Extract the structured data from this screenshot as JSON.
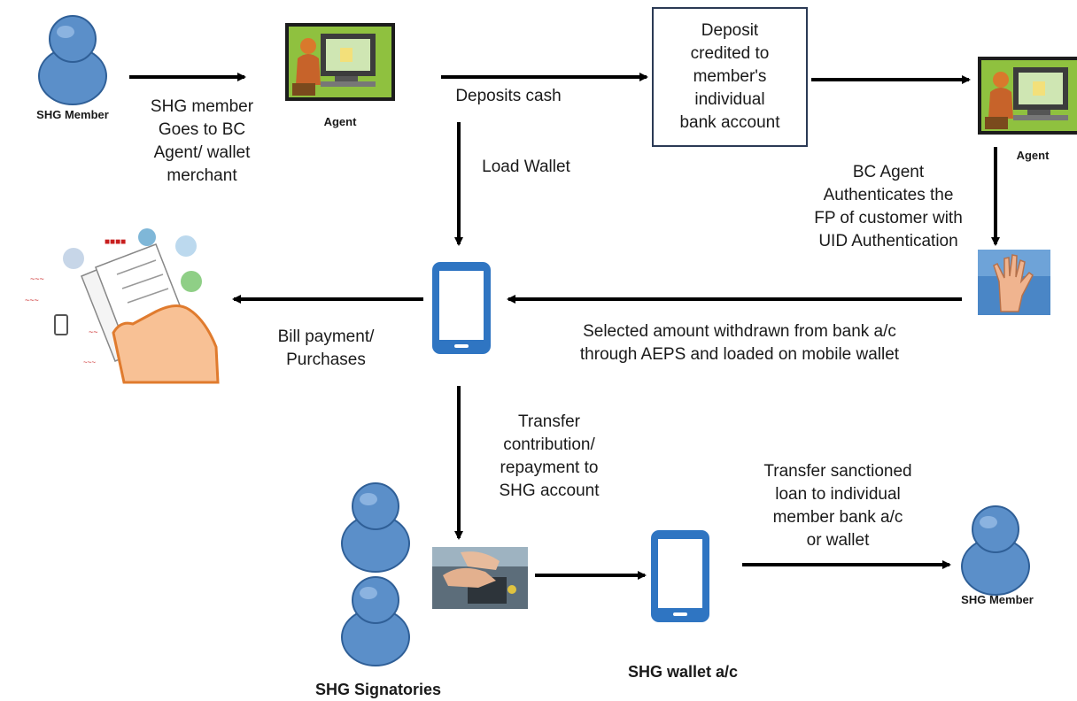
{
  "nodes": {
    "shg_member_left": "SHG Member",
    "agent_top": "Agent",
    "deposit_box": "Deposit\ncredited to\nmember's\nindividual\nbank account",
    "agent_right": "Agent",
    "shg_signatories": "SHG Signatories",
    "shg_wallet": "SHG wallet a/c",
    "shg_member_bottom": "SHG Member"
  },
  "edges": {
    "goes_to_agent": "SHG member\nGoes to BC\nAgent/ wallet\nmerchant",
    "deposits_cash": "Deposits cash",
    "load_wallet": "Load Wallet",
    "bc_auth": "BC Agent\nAuthenticates the\nFP of customer with\nUID Authentication",
    "withdrawn": "Selected amount withdrawn from bank a/c\nthrough AEPS and loaded on mobile wallet",
    "bill_payment": "Bill payment/\nPurchases",
    "transfer_contribution": "Transfer\ncontribution/\nrepayment to\nSHG account",
    "transfer_loan": "Transfer sanctioned\nloan to individual\nmember bank a/c\nor wallet"
  },
  "colors": {
    "person": "#5b8fc9",
    "person_stroke": "#2f5f97",
    "phone": "#2f75c2",
    "arrow": "#000000",
    "box_border": "#2b3a55"
  },
  "icons": [
    "person-icon",
    "agent-computer-icon",
    "mobile-phone-icon",
    "fingerprint-hand-icon",
    "bill-payment-icon",
    "atm-keypad-icon"
  ]
}
